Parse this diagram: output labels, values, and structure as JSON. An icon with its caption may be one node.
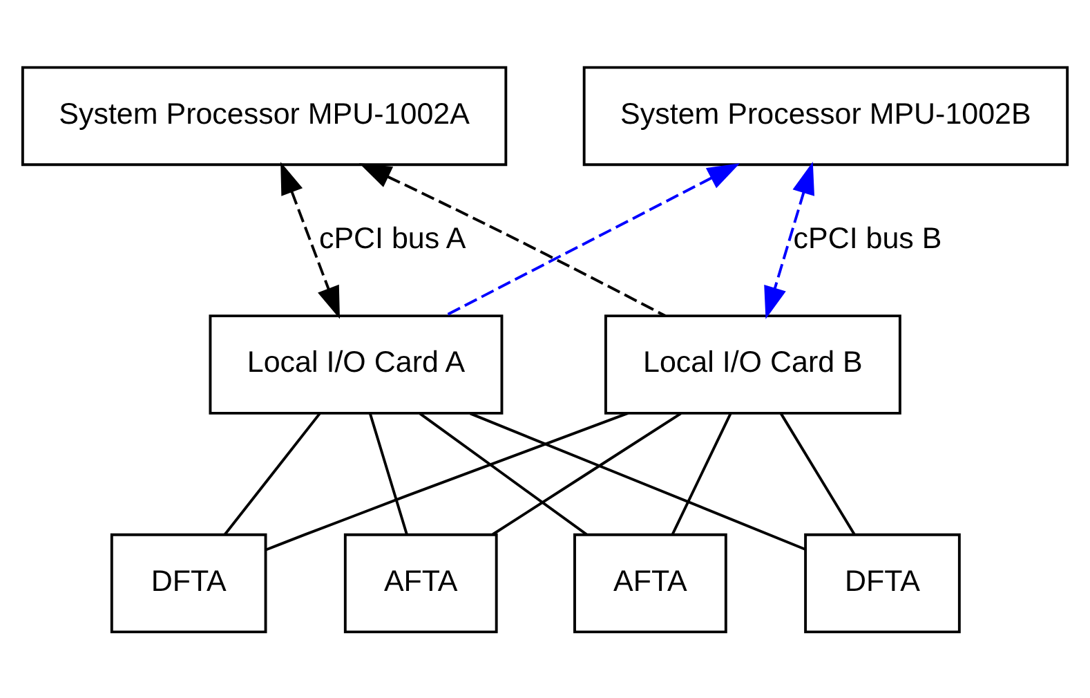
{
  "diagram": {
    "nodes": [
      {
        "text": [
          "System Processor MPU-1002A"
        ]
      },
      {
        "text": [
          "System Processor MPU-1002B"
        ]
      },
      {
        "text": [
          "Local I/O Card A"
        ]
      },
      {
        "text": [
          "Local I/O Card B"
        ]
      },
      {
        "text": [
          "AFTA"
        ]
      },
      {
        "text": [
          "AFTA"
        ]
      },
      {
        "text": [
          "DFTA"
        ]
      },
      {
        "text": [
          "DFTA"
        ]
      }
    ],
    "edges": [
      {
        "from": 0,
        "to": 2,
        "arrow": "both",
        "style": "dashed",
        "label": "cPCI bus A"
      },
      {
        "from": 3,
        "to": 0,
        "arrow": "to",
        "style": "dashed"
      },
      {
        "from": 2,
        "to": 1,
        "arrow": "to",
        "style": "dashed",
        "color": "#0000ff"
      },
      {
        "from": 1,
        "to": 3,
        "arrow": "both",
        "style": "dashed",
        "color": "#0000ff",
        "label": "cPCI bus B"
      },
      {
        "from": 2,
        "to": 4,
        "arrow": "none"
      },
      {
        "from": 2,
        "to": 5,
        "arrow": "none"
      },
      {
        "from": 2,
        "to": 6,
        "arrow": "none"
      },
      {
        "from": 2,
        "to": 7,
        "arrow": "none"
      },
      {
        "from": 3,
        "to": 4,
        "arrow": "none"
      },
      {
        "from": 3,
        "to": 5,
        "arrow": "none"
      },
      {
        "from": 3,
        "to": 6,
        "arrow": "none"
      },
      {
        "from": 3,
        "to": 7,
        "arrow": "none"
      }
    ]
  }
}
